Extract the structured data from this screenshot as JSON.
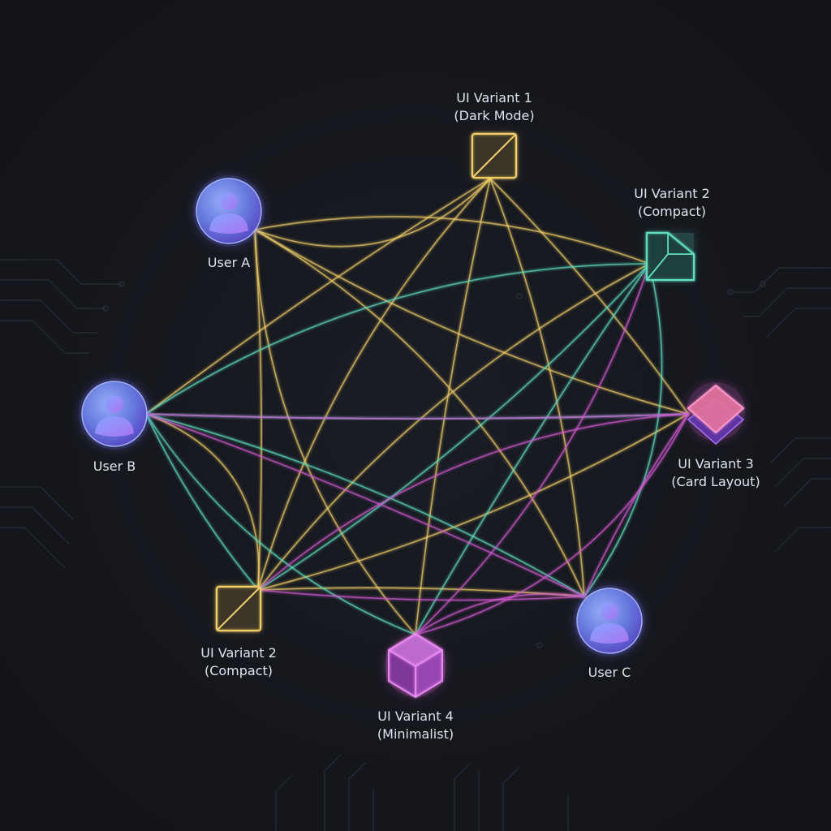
{
  "colors": {
    "background": "#14161c",
    "gold": "#f2cf68",
    "teal": "#5fe0c0",
    "magenta": "#d65ad6",
    "user_blue": "#6f8cf0",
    "user_violet": "#8d6cf0",
    "label": "#dfe3ea"
  },
  "nodes": [
    {
      "id": "user_a",
      "kind": "user",
      "icon": "user-avatar-icon",
      "color": "user",
      "lines": [
        "User A"
      ]
    },
    {
      "id": "user_b",
      "kind": "user",
      "icon": "user-avatar-icon",
      "color": "user",
      "lines": [
        "User B"
      ]
    },
    {
      "id": "user_c",
      "kind": "user",
      "icon": "user-avatar-icon",
      "color": "user",
      "lines": [
        "User C"
      ]
    },
    {
      "id": "ui_v1",
      "kind": "variant",
      "icon": "split-square-icon",
      "color": "gold",
      "lines": [
        "UI Variant 1",
        "(Dark Mode)"
      ]
    },
    {
      "id": "ui_v2",
      "kind": "variant",
      "icon": "folded-square-icon",
      "color": "teal",
      "lines": [
        "UI Variant 2",
        "(Compact)"
      ]
    },
    {
      "id": "ui_v3",
      "kind": "variant",
      "icon": "stacked-diamond-icon",
      "color": "magenta",
      "lines": [
        "UI Variant 3",
        "(Card Layout)"
      ]
    },
    {
      "id": "ui_v2b",
      "kind": "variant",
      "icon": "split-square-icon",
      "color": "gold",
      "lines": [
        "UI Variant 2",
        "(Compact)"
      ]
    },
    {
      "id": "ui_v4",
      "kind": "variant",
      "icon": "cube-icon",
      "color": "magenta",
      "lines": [
        "UI Variant 4",
        "(Minimalist)"
      ]
    }
  ],
  "edge_groups": [
    {
      "from": "ui_v1",
      "color": "gold",
      "to": [
        "user_a",
        "user_b",
        "user_c",
        "ui_v2b",
        "ui_v4",
        "ui_v3"
      ]
    },
    {
      "from": "user_a",
      "color": "gold",
      "to": [
        "ui_v2",
        "ui_v3",
        "ui_v2b",
        "ui_v4",
        "user_c"
      ]
    },
    {
      "from": "ui_v2b",
      "color": "gold",
      "to": [
        "ui_v2",
        "ui_v3",
        "user_c",
        "user_b"
      ]
    },
    {
      "from": "user_b",
      "color": "teal",
      "to": [
        "ui_v2",
        "ui_v3",
        "user_c",
        "ui_v4",
        "ui_v2b"
      ]
    },
    {
      "from": "ui_v2",
      "color": "teal",
      "to": [
        "user_c",
        "ui_v4",
        "ui_v2b"
      ]
    },
    {
      "from": "ui_v3",
      "color": "magenta",
      "to": [
        "user_b",
        "ui_v2b",
        "ui_v4",
        "user_c"
      ]
    },
    {
      "from": "ui_v4",
      "color": "magenta",
      "to": [
        "user_c",
        "ui_v2"
      ]
    },
    {
      "from": "user_c",
      "color": "magenta",
      "to": [
        "user_b",
        "ui_v2b"
      ]
    }
  ]
}
